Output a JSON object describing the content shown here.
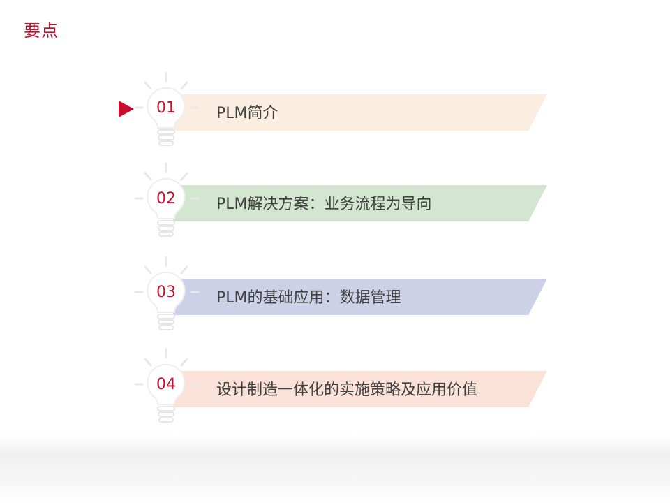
{
  "slide": {
    "title": "要点"
  },
  "colors": {
    "accent": "#c8102e",
    "banner_1": "#fbeee0",
    "banner_2": "#d3e6cf",
    "banner_3": "#ccd1e8",
    "banner_4": "#fbe2d8"
  },
  "agenda": [
    {
      "number": "01",
      "label": "PLM简介",
      "color": "#fbeee0",
      "current": true
    },
    {
      "number": "02",
      "label": "PLM解决方案：业务流程为导向",
      "color": "#d3e6cf",
      "current": false
    },
    {
      "number": "03",
      "label": "PLM的基础应用：数据管理",
      "color": "#ccd1e8",
      "current": false
    },
    {
      "number": "04",
      "label": "设计制造一体化的实施策略及应用价值",
      "color": "#fbe2d8",
      "current": false
    }
  ]
}
